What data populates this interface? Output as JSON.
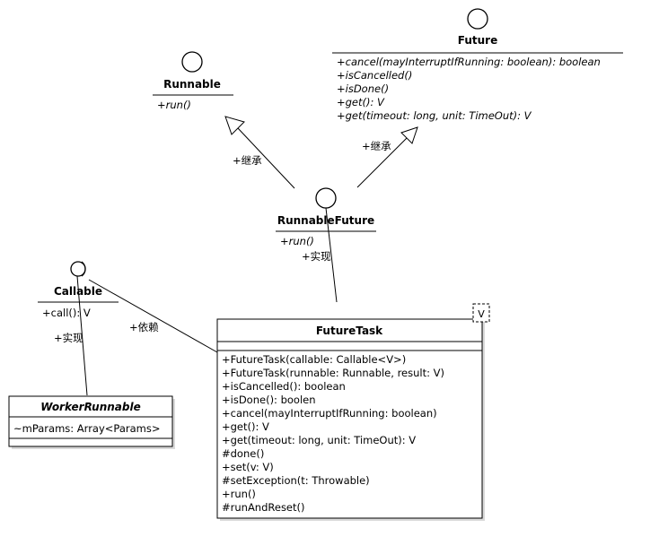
{
  "diagram": {
    "interfaces": {
      "future": {
        "name": "Future",
        "methods": [
          "+cancel(mayInterruptIfRunning: boolean): boolean",
          "+isCancelled()",
          "+isDone()",
          "+get(): V",
          "+get(timeout: long, unit: TimeOut): V"
        ]
      },
      "runnable": {
        "name": "Runnable",
        "methods": [
          "+run()"
        ]
      },
      "runnable_future": {
        "name": "RunnableFuture",
        "methods": [
          "+run()"
        ]
      },
      "callable": {
        "name": "Callable",
        "methods": [
          "+call(): V"
        ]
      }
    },
    "classes": {
      "worker_runnable": {
        "name": "WorkerRunnable",
        "fields": [
          "~mParams: Array<Params>"
        ]
      },
      "future_task": {
        "name": "FutureTask",
        "type_param": "V",
        "methods": [
          "+FutureTask(callable: Callable<V>)",
          "+FutureTask(runnable: Runnable, result: V)",
          "+isCancelled(): boolean",
          "+isDone(): boolen",
          "+cancel(mayInterruptIfRunning: boolean)",
          "+get(): V",
          "+get(timeout: long, unit: TimeOut): V",
          "#done()",
          "+set(v: V)",
          "#setException(t: Throwable)",
          "+run()",
          "#runAndReset()"
        ]
      }
    },
    "relations": {
      "rf_runnable": "+继承",
      "rf_future": "+继承",
      "ft_rf": "+实现",
      "wr_callable": "+实现",
      "ft_callable": "+依赖"
    },
    "colors": {
      "line": "#000000",
      "shadow": "#d9d9d9",
      "box_fill": "#ffffff"
    }
  }
}
